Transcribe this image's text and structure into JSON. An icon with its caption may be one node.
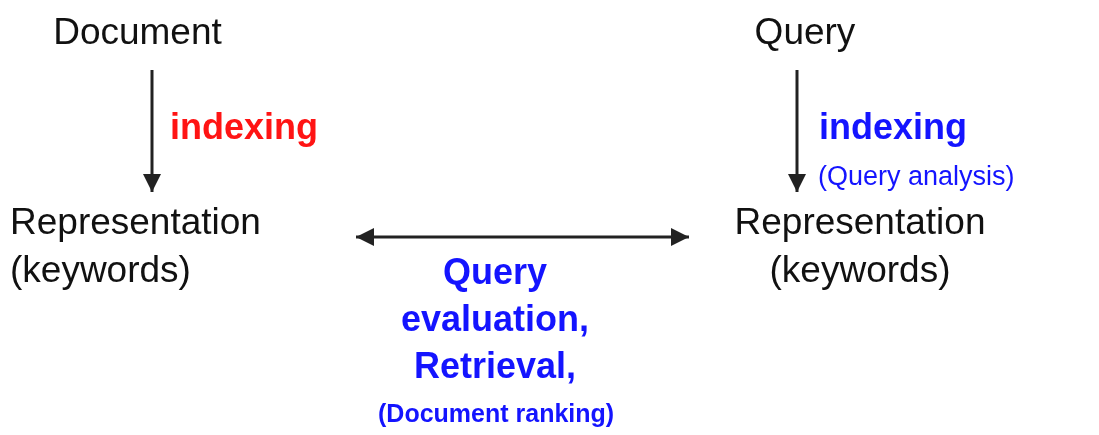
{
  "diagram": {
    "nodes": [
      {
        "text": [
          "Document"
        ]
      },
      {
        "text": [
          "Query"
        ]
      },
      {
        "text": [
          "Representation (keywords)"
        ]
      },
      {
        "text": [
          "Representation (keywords)"
        ]
      }
    ],
    "edges": [
      {
        "from": 0,
        "to": 2,
        "arrow": "to",
        "label": "indexing"
      },
      {
        "from": 1,
        "to": 3,
        "arrow": "to",
        "label": "indexing"
      },
      {
        "from": 2,
        "to": 3,
        "arrow": "both"
      }
    ],
    "labels": [
      "(Query analysis)",
      "Query evaluation, Retrieval,",
      "(Document ranking)"
    ]
  }
}
